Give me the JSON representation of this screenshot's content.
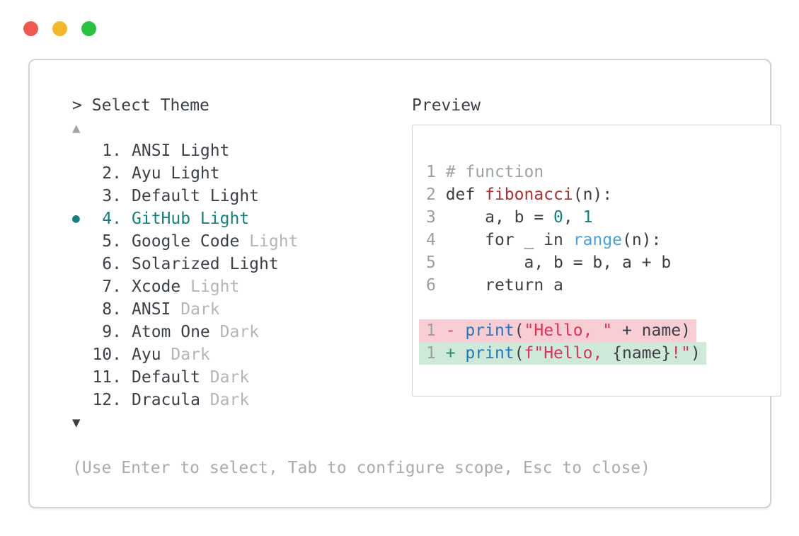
{
  "traffic_lights": [
    {
      "name": "close",
      "color": "#f0594f"
    },
    {
      "name": "minimize",
      "color": "#f2b72c"
    },
    {
      "name": "zoom",
      "color": "#29c33f"
    }
  ],
  "prompt": {
    "caret": ">",
    "title": "Select Theme"
  },
  "theme_list": {
    "scroll_up_symbol": "▲",
    "scroll_down_symbol": "▼",
    "selected_marker": "●",
    "items": [
      {
        "number": "1.",
        "name": "ANSI Light",
        "suffix": "",
        "selected": false
      },
      {
        "number": "2.",
        "name": "Ayu Light",
        "suffix": "",
        "selected": false
      },
      {
        "number": "3.",
        "name": "Default Light",
        "suffix": "",
        "selected": false
      },
      {
        "number": "4.",
        "name": "GitHub Light",
        "suffix": "",
        "selected": true
      },
      {
        "number": "5.",
        "name": "Google Code",
        "suffix": " Light",
        "selected": false
      },
      {
        "number": "6.",
        "name": "Solarized Light",
        "suffix": "",
        "selected": false
      },
      {
        "number": "7.",
        "name": "Xcode",
        "suffix": " Light",
        "selected": false
      },
      {
        "number": "8.",
        "name": "ANSI",
        "suffix": " Dark",
        "selected": false
      },
      {
        "number": "9.",
        "name": "Atom One",
        "suffix": " Dark",
        "selected": false
      },
      {
        "number": "10.",
        "name": "Ayu",
        "suffix": " Dark",
        "selected": false
      },
      {
        "number": "11.",
        "name": "Default",
        "suffix": " Dark",
        "selected": false
      },
      {
        "number": "12.",
        "name": "Dracula",
        "suffix": " Dark",
        "selected": false
      }
    ]
  },
  "preview": {
    "title": "Preview",
    "lines": [
      {
        "bg": null,
        "segs": [
          {
            "t": "1 ",
            "c": "ln"
          },
          {
            "t": "# function",
            "c": "com"
          }
        ]
      },
      {
        "bg": null,
        "segs": [
          {
            "t": "2 ",
            "c": "ln"
          },
          {
            "t": "def ",
            "c": "def"
          },
          {
            "t": "fibonacci",
            "c": "fn"
          },
          {
            "t": "(n):",
            "c": "def"
          }
        ]
      },
      {
        "bg": null,
        "segs": [
          {
            "t": "3 ",
            "c": "ln"
          },
          {
            "t": "    a, b = ",
            "c": "def"
          },
          {
            "t": "0",
            "c": "num"
          },
          {
            "t": ", ",
            "c": "def"
          },
          {
            "t": "1",
            "c": "num"
          }
        ]
      },
      {
        "bg": null,
        "segs": [
          {
            "t": "4 ",
            "c": "ln"
          },
          {
            "t": "    for _ in ",
            "c": "def"
          },
          {
            "t": "range",
            "c": "b1"
          },
          {
            "t": "(n):",
            "c": "def"
          }
        ]
      },
      {
        "bg": null,
        "segs": [
          {
            "t": "5 ",
            "c": "ln"
          },
          {
            "t": "        a, b = b, a + b",
            "c": "def"
          }
        ]
      },
      {
        "bg": null,
        "segs": [
          {
            "t": "6 ",
            "c": "ln"
          },
          {
            "t": "    return a",
            "c": "def"
          }
        ]
      },
      {
        "bg": null,
        "segs": []
      },
      {
        "bg": "del",
        "segs": [
          {
            "t": "1 ",
            "c": "ln"
          },
          {
            "t": "- ",
            "c": "del"
          },
          {
            "t": "print",
            "c": "b2"
          },
          {
            "t": "(",
            "c": "def"
          },
          {
            "t": "\"Hello, \"",
            "c": "str"
          },
          {
            "t": " + name)",
            "c": "def"
          }
        ]
      },
      {
        "bg": "add",
        "segs": [
          {
            "t": "1 ",
            "c": "ln"
          },
          {
            "t": "+ ",
            "c": "add"
          },
          {
            "t": "print",
            "c": "b2"
          },
          {
            "t": "(",
            "c": "def"
          },
          {
            "t": "f\"Hello, ",
            "c": "str"
          },
          {
            "t": "{name}",
            "c": "def"
          },
          {
            "t": "!\"",
            "c": "str"
          },
          {
            "t": ")",
            "c": "def"
          }
        ]
      }
    ]
  },
  "footer": {
    "hint": "(Use Enter to select, Tab to configure scope, Esc to close)"
  },
  "colors": {
    "text": "#3b4046",
    "muted": "#b5b5b5",
    "muted-arrow": "#a2a5a7",
    "footer": "#a9aaab",
    "lineno": "#9c9fa0",
    "comment": "#9aa69b",
    "accent": "#14807e",
    "fn-red": "#ac3132",
    "builtin-sky": "#49a0dc",
    "builtin-blue": "#2277bd",
    "string-red": "#e03259",
    "del-marker": "#e34960",
    "add-marker": "#268b72",
    "del-bg": "#f8ced4",
    "add-bg": "#cfe9d9",
    "border": "#d2d2d2"
  }
}
